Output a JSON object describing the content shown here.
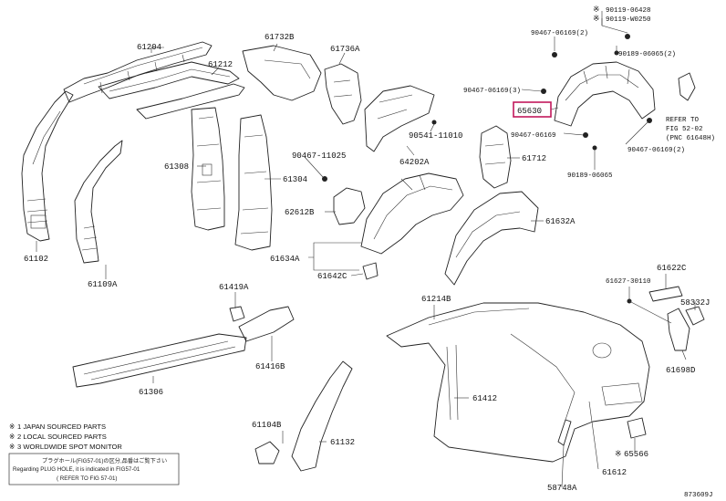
{
  "labels": {
    "p61204": "61204",
    "p61212": "61212",
    "p61732B": "61732B",
    "p61736A": "61736A",
    "p61308": "61308",
    "p61304": "61304",
    "p61102": "61102",
    "p61109A": "61109A",
    "p90467_11025": "90467-11025",
    "p62612B": "62612B",
    "p90541_11010": "90541-11010",
    "p64202A": "64202A",
    "p61634A": "61634A",
    "p61642C": "61642C",
    "p61712": "61712",
    "p61632A": "61632A",
    "p61419A": "61419A",
    "p61416B": "61416B",
    "p61306": "61306",
    "p61214B": "61214B",
    "p61412": "61412",
    "p61104B": "61104B",
    "p61132": "61132",
    "p58748A": "58748A",
    "p61612": "61612",
    "p65566": "65566",
    "p61698D": "61698D",
    "p58332J": "58332J",
    "p61622C": "61622C",
    "p61627_30110": "61627-30110",
    "p90119_06428": "90119-06428",
    "p90119_W0250": "90119-W0250",
    "p90467_06169_2a": "90467-06169(2)",
    "p90189_06065_2": "90189-06065(2)",
    "p90467_06169_3": "90467-06169(3)",
    "p65630": "65630",
    "p90467_06169": "90467-06169",
    "p90467_06169_2b": "90467-06169(2)",
    "p90189_06065": "90189-06065",
    "refer_fig_1": "REFER TO",
    "refer_fig_2": "FIG 52-02",
    "refer_fig_3": "(PNC 61648H)",
    "mark_japan": "※",
    "mark_local": "※",
    "mark_world": "※"
  },
  "legend": {
    "line1": "1 JAPAN SOURCED PARTS",
    "line2": "2 LOCAL SOURCED PARTS",
    "line3": "3 WORLDWIDE SPOT MONITOR",
    "fine1": "プラグホール(FIG57-01)の区分,品番はご覧下さい",
    "fine2": "Regarding PLUG HOLE, it is indicated in FIG57-01",
    "fine3": "( REFER TO FIG 57-01)"
  },
  "diagram_code": "873609J",
  "highlight": {
    "part": "65630",
    "color": "#c2185b"
  }
}
